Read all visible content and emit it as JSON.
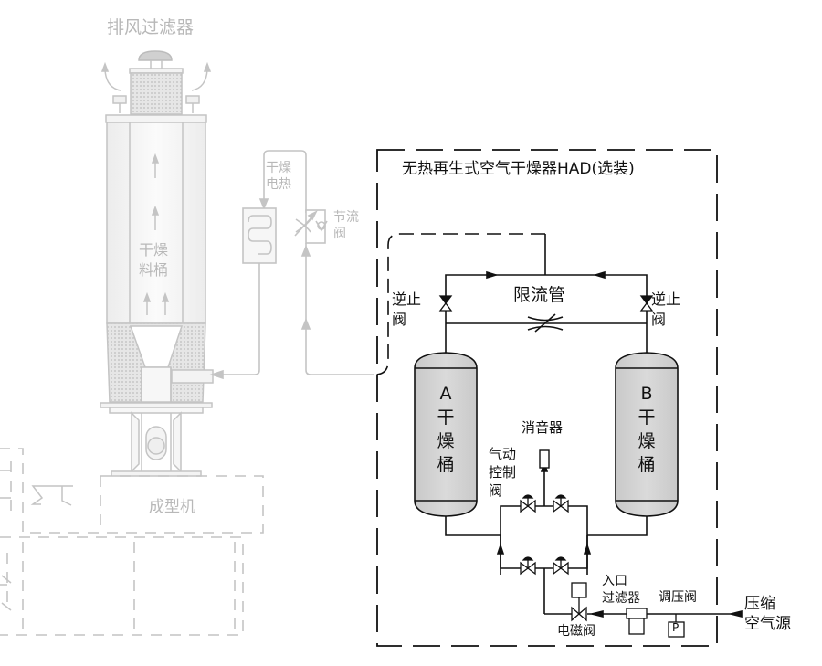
{
  "colors": {
    "faded": "#c4c4c4",
    "faded_text": "#b8b8b8",
    "ink": "#111111",
    "tank_fill": "#d4d4d4"
  },
  "left_system": {
    "exhaust_filter_label": "排风过滤器",
    "hopper_label": [
      "干燥",
      "料桶"
    ],
    "heater_label": [
      "干燥",
      "电热"
    ],
    "throttle_valve_label": [
      "节流",
      "阀"
    ],
    "molding_machine_label": "成型机"
  },
  "dryer": {
    "title": "无热再生式空气干燥器HAD(选装)",
    "flow_restrictor_label": "限流管",
    "check_valve_left_label": [
      "逆止",
      "阀"
    ],
    "check_valve_right_label": [
      "逆止",
      "阀"
    ],
    "tank_a_label": [
      "A",
      "干",
      "燥",
      "桶"
    ],
    "tank_b_label": [
      "B",
      "干",
      "燥",
      "桶"
    ],
    "muffler_label": "消音器",
    "pneumatic_valve_label": [
      "气动",
      "控制",
      "阀"
    ],
    "inlet_filter_label": [
      "入口",
      "过滤器"
    ],
    "regulator_label": "调压阀",
    "regulator_gauge_symbol": "P",
    "solenoid_valve_label": "电磁阀",
    "air_source_label": [
      "压缩",
      "空气源"
    ]
  }
}
